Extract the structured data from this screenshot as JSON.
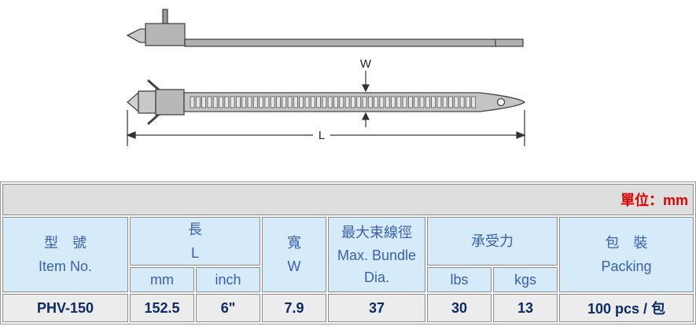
{
  "drawing": {
    "width_label": "W",
    "length_label": "L"
  },
  "table": {
    "unit": "單位：mm",
    "headers": {
      "item_zh": "型　號",
      "item_en": "Item No.",
      "length_zh": "長",
      "length_en": "L",
      "length_mm": "mm",
      "length_inch": "inch",
      "width_zh": "寬",
      "width_en": "W",
      "bundle_zh": "最大束線徑",
      "bundle_en": "Max. Bundle Dia.",
      "tensile_zh": "承受力",
      "tensile_lbs": "lbs",
      "tensile_kgs": "kgs",
      "packing_zh": "包　裝",
      "packing_en": "Packing"
    },
    "rows": [
      {
        "item": "PHV-150",
        "length_mm": "152.5",
        "length_inch": "6\"",
        "width": "7.9",
        "bundle": "37",
        "lbs": "30",
        "kgs": "13",
        "packing": "100 pcs / 包"
      }
    ]
  }
}
